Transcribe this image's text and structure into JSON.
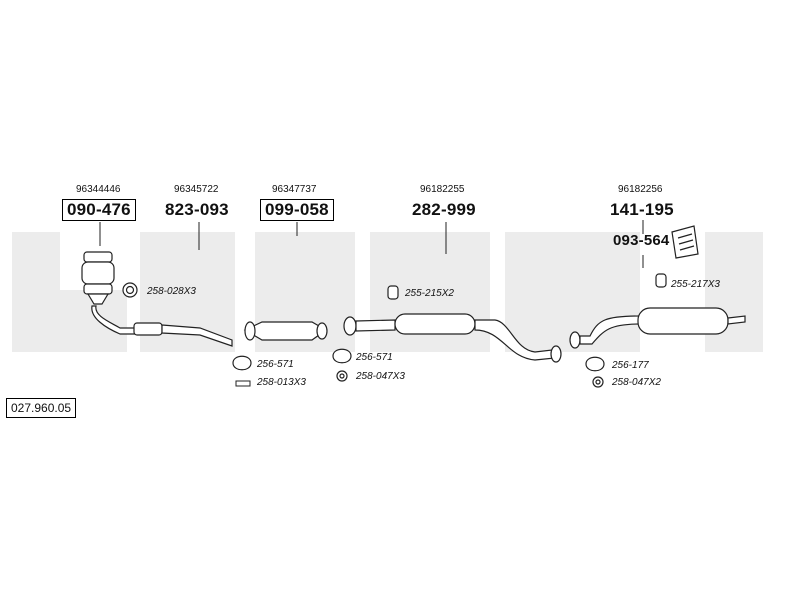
{
  "diagram_code": "027.960.05",
  "colors": {
    "watermark": "#ececec",
    "line": "#222222"
  },
  "oem_numbers": [
    "96344446",
    "96345722",
    "96347737",
    "96182255",
    "96182256"
  ],
  "part_numbers": [
    "090-476",
    "823-093",
    "099-058",
    "282-999",
    "141-195",
    "093-564"
  ],
  "fittings": [
    "258-028X3",
    "256-571",
    "258-013X3",
    "256-571",
    "258-047X3",
    "255-215X2",
    "256-177",
    "258-047X2",
    "255-217X3"
  ]
}
